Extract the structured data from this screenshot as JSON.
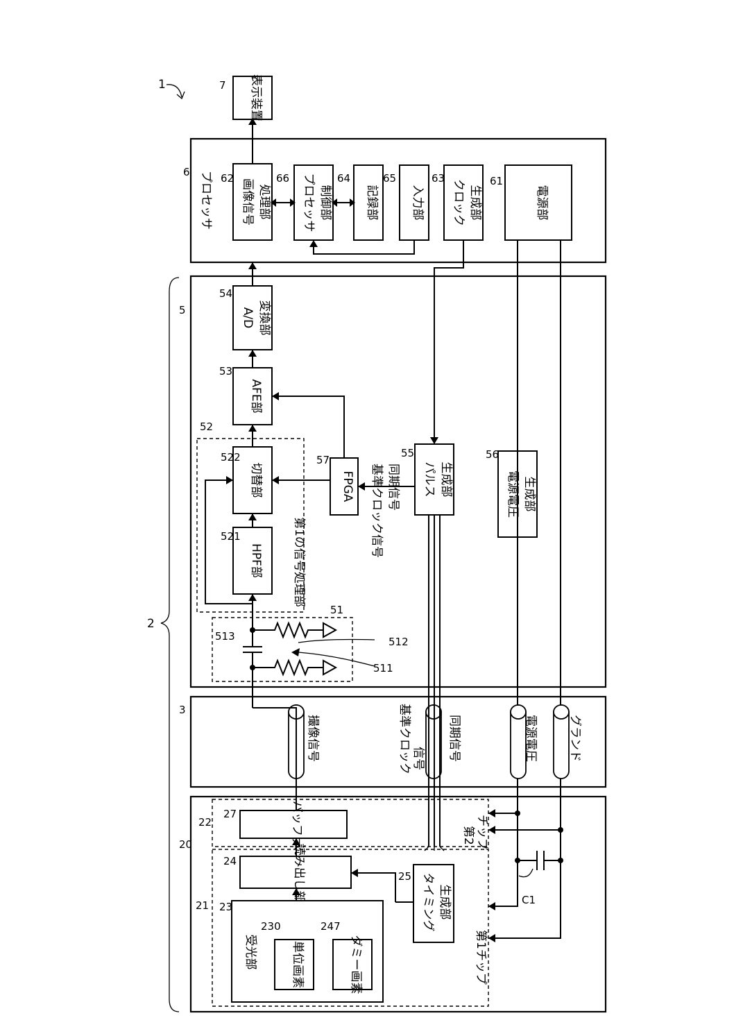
{
  "labels": {
    "system_ref": "1",
    "system_2": "2",
    "ref_3": "3",
    "ref_5": "5",
    "ref_6": "6",
    "ref_7": "7",
    "ref_20": "20",
    "ref_21": "21",
    "ref_22": "22",
    "ref_23": "23",
    "ref_230": "230",
    "ref_247": "247",
    "ref_24": "24",
    "ref_25": "25",
    "ref_27": "27",
    "ref_51": "51",
    "ref_511": "511",
    "ref_512": "512",
    "ref_513": "513",
    "ref_52": "52",
    "ref_521": "521",
    "ref_522": "522",
    "ref_53": "53",
    "ref_54": "54",
    "ref_55": "55",
    "ref_56": "56",
    "ref_57": "57",
    "ref_61": "61",
    "ref_62": "62",
    "ref_63": "63",
    "ref_64": "64",
    "ref_65": "65",
    "ref_66": "66",
    "c1": "C1"
  },
  "blocks": {
    "display": "表示装置",
    "processor": "プロセッサ",
    "image_proc": "画像信号処理部",
    "proc_ctrl": "プロセッサ制御部",
    "recording": "記録部",
    "input": "入力部",
    "clock_gen": "クロック生成部",
    "power": "電源部",
    "ad": "A/D変換部",
    "afe": "AFE部",
    "switch": "切替部",
    "hpf": "HPF部",
    "first_signal_proc": "第1の信号処理部",
    "fpga": "FPGA",
    "pulse_gen": "パルス生成部",
    "pv_gen": "電源電圧生成部",
    "light_rx": "受光部",
    "unit_pixel": "単位画素",
    "dummy_pixel": "ダミー画素",
    "readout": "読み出し部",
    "timing_gen": "タイミング生成部",
    "buffer": "バッファ",
    "chip1": "第1チップ",
    "chip2": "第2チップ"
  },
  "signals": {
    "ref_clock_sync": "基準クロック信号",
    "sync": "同期信号",
    "imaging": "撮像信号",
    "ref_clock": "基準クロック信号",
    "sync2": "同期信号",
    "pv": "電源電圧",
    "ground": "グランド"
  }
}
